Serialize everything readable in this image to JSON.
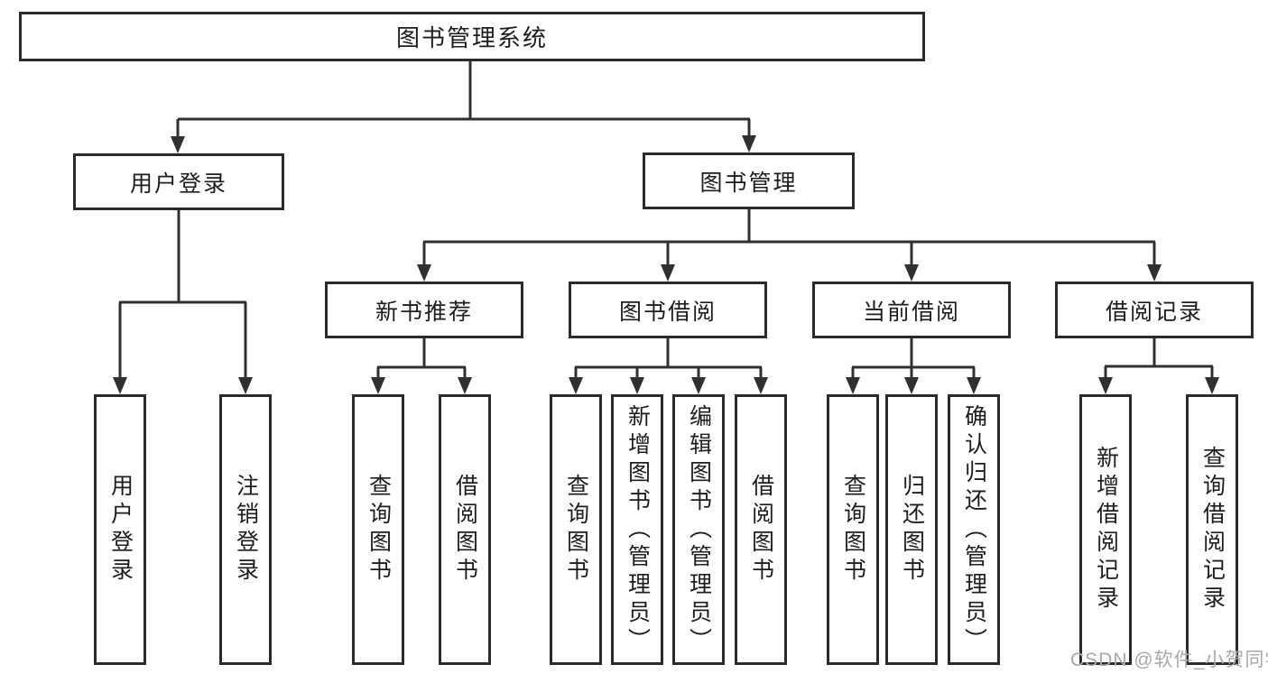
{
  "tree": {
    "label": "图书管理系统",
    "children": [
      {
        "label": "用户登录",
        "children": [
          {
            "label": "用户登录"
          },
          {
            "label": "注销登录"
          }
        ]
      },
      {
        "label": "图书管理",
        "children": [
          {
            "label": "新书推荐",
            "children": [
              {
                "label": "查询图书"
              },
              {
                "label": "借阅图书"
              }
            ]
          },
          {
            "label": "图书借阅",
            "children": [
              {
                "label": "查询图书"
              },
              {
                "label": "新增图书（管理员）"
              },
              {
                "label": "编辑图书（管理员）"
              },
              {
                "label": "借阅图书"
              }
            ]
          },
          {
            "label": "当前借阅",
            "children": [
              {
                "label": "查询图书"
              },
              {
                "label": "归还图书"
              },
              {
                "label": "确认归还（管理员）"
              }
            ]
          },
          {
            "label": "借阅记录",
            "children": [
              {
                "label": "新增借阅记录"
              },
              {
                "label": "查询借阅记录"
              }
            ]
          }
        ]
      }
    ]
  },
  "watermark": {
    "text": "CSDN @软件_小贺同学"
  },
  "colors": {
    "line": "#303030",
    "box_border": "#2b2b2b",
    "box_bg": "#ffffff",
    "text": "#1d1d1d",
    "background": "#ffffff",
    "watermark": "#a9a9a9"
  }
}
